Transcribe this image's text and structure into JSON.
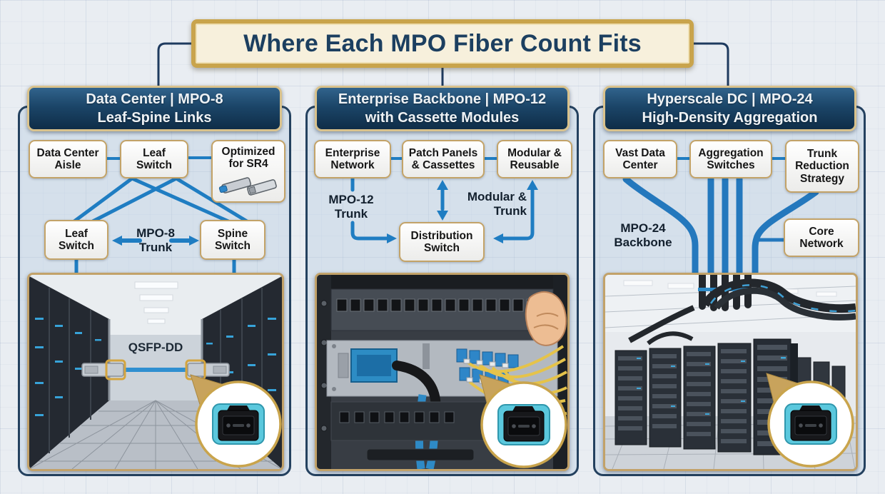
{
  "title": "Where Each MPO Fiber Count Fits",
  "colors": {
    "accent_blue": "#1f7dc2",
    "cable_blue": "#2478bd",
    "navy": "#1e3a5f",
    "gold": "#c9a44c",
    "box_border": "#c3a368"
  },
  "col1": {
    "header_line1": "Data Center | MPO-8",
    "header_line2": "Leaf-Spine Links",
    "node_aisle": "Data Center Aisle",
    "node_leaf_top": "Leaf Switch",
    "node_sr4": "Optimized for SR4",
    "node_leaf": "Leaf Switch",
    "node_spine": "Spine Switch",
    "trunk_label": "MPO-8 Trunk",
    "image_caption": "QSFP-DD"
  },
  "col2": {
    "header_line1": "Enterprise Backbone | MPO-12",
    "header_line2": "with Cassette Modules",
    "node_enterprise": "Enterprise Network",
    "node_patch": "Patch Panels & Cassettes",
    "node_modular": "Modular & Reusable",
    "node_distribution": "Distribution Switch",
    "trunk_label": "MPO-12 Trunk",
    "modular_label": "Modular & Trunk"
  },
  "col3": {
    "header_line1": "Hyperscale DC | MPO-24",
    "header_line2": "High-Density Aggregation",
    "node_vast": "Vast Data Center",
    "node_agg": "Aggregation Switches",
    "node_trunk_reduction": "Trunk Reduction Strategy",
    "node_core": "Core Network",
    "backbone_label": "MPO-24 Backbone"
  }
}
